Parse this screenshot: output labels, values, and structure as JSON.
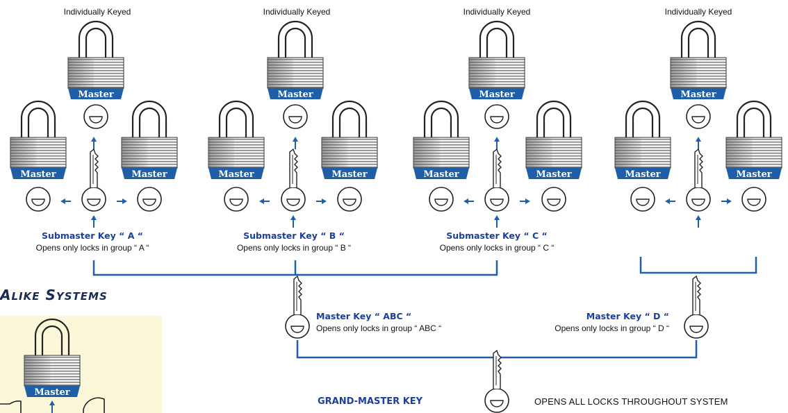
{
  "diagram": {
    "groups": [
      {
        "id": "A",
        "top_label": "Individually Keyed",
        "submaster_title": "Submaster Key “ A “",
        "submaster_desc": "Opens only locks in group “ A “"
      },
      {
        "id": "B",
        "top_label": "Individually Keyed",
        "submaster_title": "Submaster Key “ B “",
        "submaster_desc": "Opens only locks in group “ B “"
      },
      {
        "id": "C",
        "top_label": "Individually Keyed",
        "submaster_title": "Submaster Key “ C “",
        "submaster_desc": "Opens only locks in group “ C “"
      },
      {
        "id": "D",
        "top_label": "Individually Keyed"
      }
    ],
    "lock_brand": "Master",
    "master_key_abc": {
      "title": "Master Key “ ABC “",
      "desc": "Opens only locks in group “ ABC “"
    },
    "master_key_d": {
      "title": "Master Key “ D “",
      "desc": "Opens only locks in group “ D “"
    },
    "grand_master": {
      "title": "GRAND-MASTER KEY",
      "desc": "OPENS ALL LOCKS THROUGHOUT SYSTEM"
    },
    "side_section": {
      "title_big": "A",
      "title_rest": "LIKE",
      "title_big2": "S",
      "title_rest2": "YSTEMS"
    }
  },
  "colors": {
    "accent_blue": "#1e5fa8",
    "title_blue": "#1e3f99",
    "panel": "#fbf7d9"
  }
}
